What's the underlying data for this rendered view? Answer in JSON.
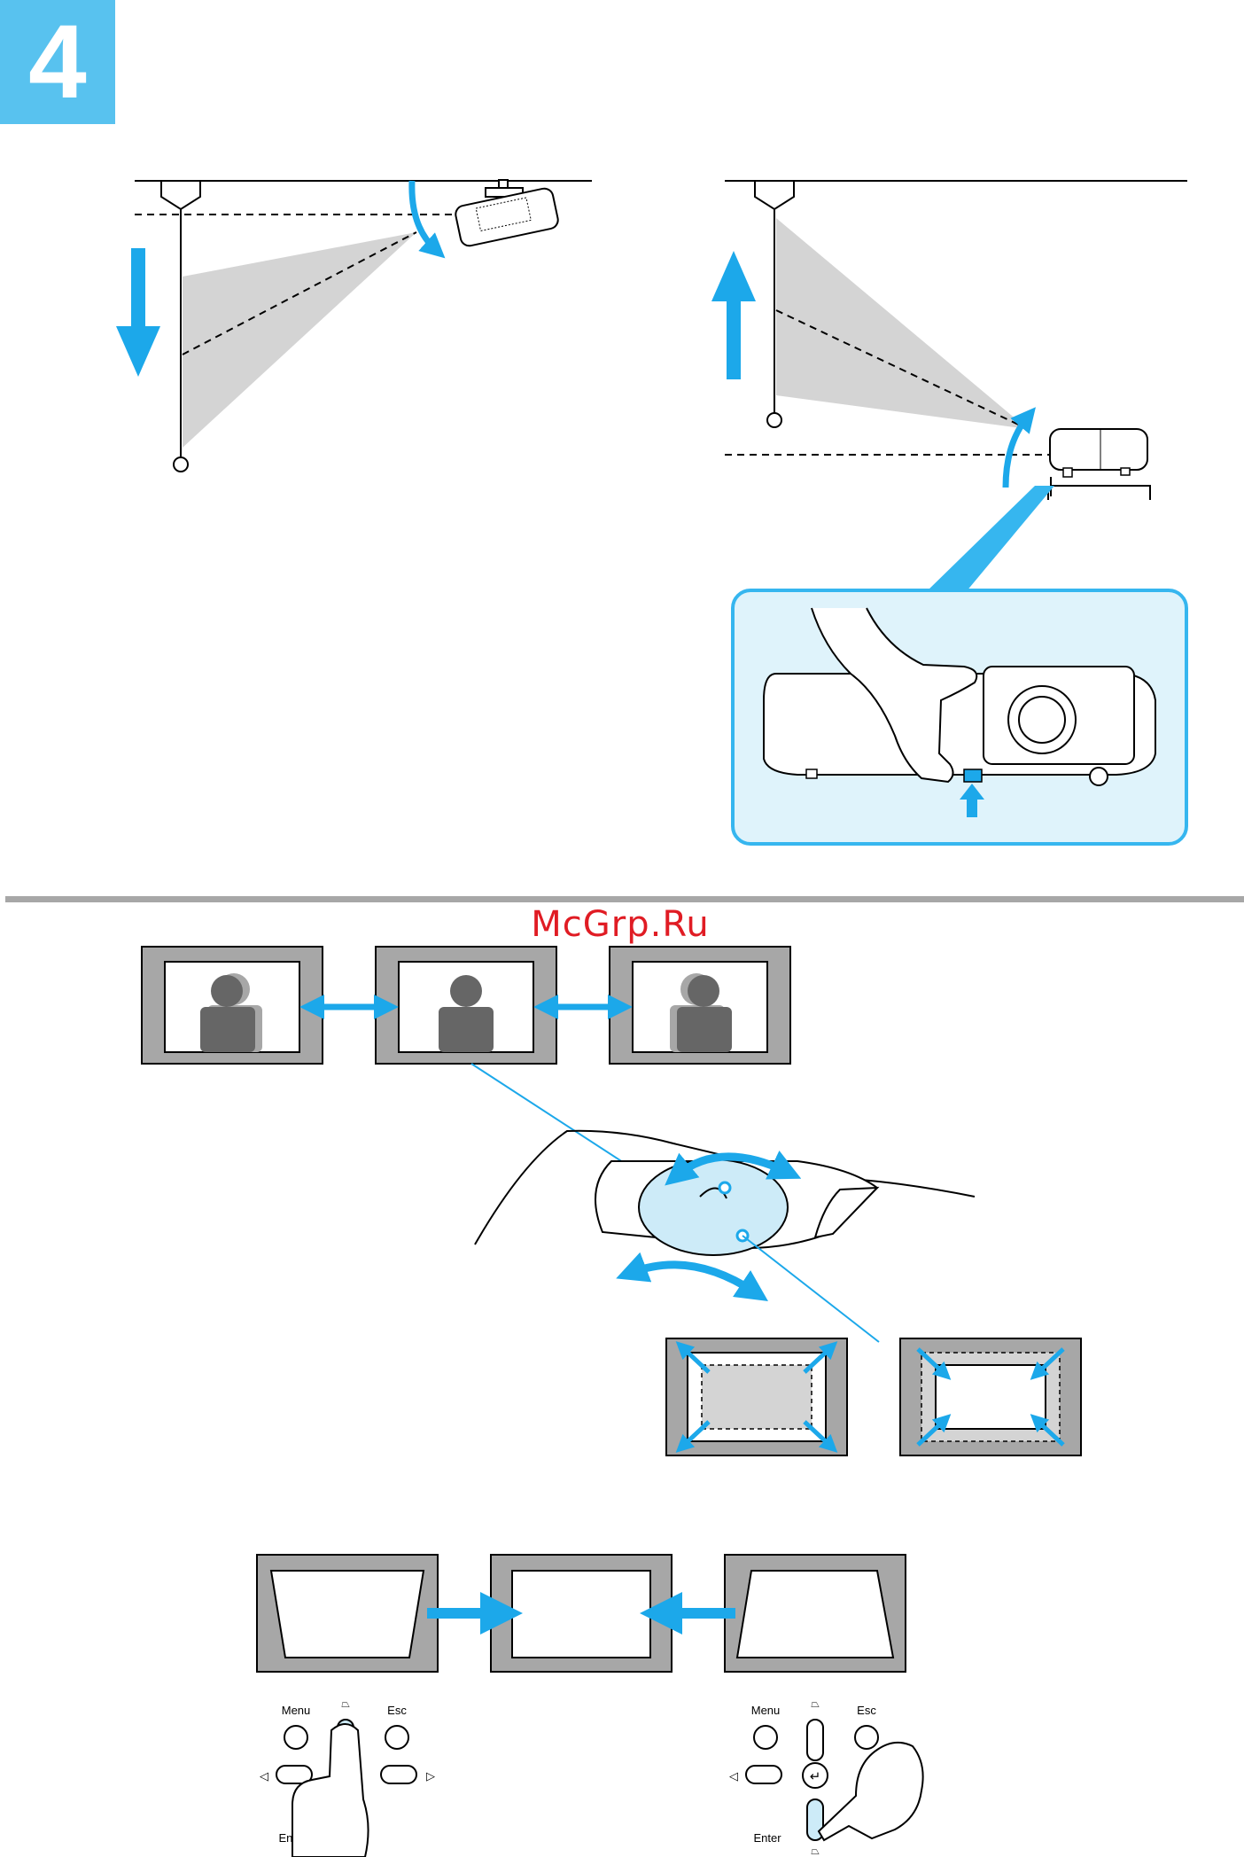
{
  "step": {
    "number": "4"
  },
  "watermark": {
    "text": "McGrp.Ru"
  },
  "remote_left": {
    "menu_label": "Menu",
    "esc_label": "Esc",
    "enter_label": "Enter"
  },
  "remote_right": {
    "menu_label": "Menu",
    "esc_label": "Esc",
    "enter_label": "Enter"
  },
  "colors": {
    "accent": "#1ca8ea",
    "badge": "#58c2ef",
    "callout_fill": "#dff3fb",
    "projection_gray": "#d4d4d4",
    "frame_gray": "#a7a7a7",
    "figure_gray": "#666666",
    "watermark": "#e01c24"
  },
  "icons": [
    "arrow-down-icon",
    "arrow-up-icon",
    "double-arrow-icon",
    "hand-icon",
    "volume-down-icon",
    "volume-up-icon",
    "keystone-up-icon",
    "keystone-down-icon",
    "enter-icon"
  ]
}
